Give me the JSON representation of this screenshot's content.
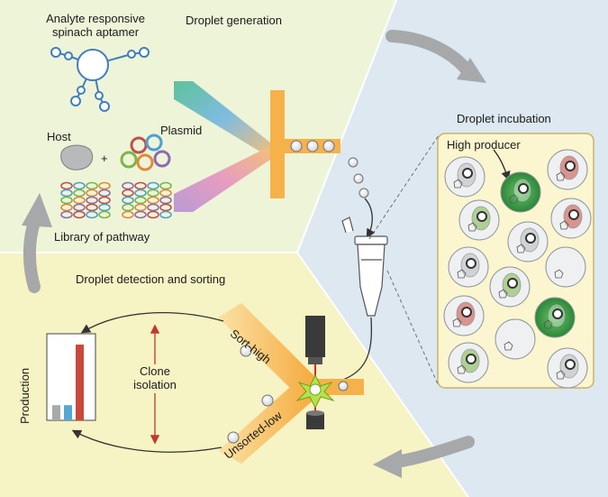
{
  "labels": {
    "aptamer_line1": "Analyte responsive",
    "aptamer_line2": "spinach aptamer",
    "droplet_generation": "Droplet generation",
    "host": "Host",
    "plus": "+",
    "plasmid": "Plasmid",
    "library": "Library of pathway",
    "droplet_incubation": "Droplet incubation",
    "high_producer": "High producer",
    "detection_sorting": "Droplet detection and sorting",
    "clone_line1": "Clone",
    "clone_line2": "isolation",
    "sort_high": "Sort-high",
    "unsorted_low": "Unsorted-low",
    "production": "Production"
  },
  "colors": {
    "generation_bg": "#eef4d8",
    "incubation_bg": "#dde8f1",
    "sorting_bg": "#f6f3c4",
    "chip_orange": "#f6b24a",
    "panel_fill": "#fbf6cf",
    "panel_border": "#c9b26a",
    "green_cell": "#2f8f3a",
    "red_cell": "#c94a3c",
    "blue_bar": "#55a8d6",
    "grey_bar": "#a7a9ac",
    "arrow_grey": "#a6a8aa"
  },
  "icons": [
    "aptamer-icon",
    "host-cell-icon",
    "plasmid-icon",
    "library-tubes-icon",
    "microfluidic-chip-icon",
    "eppendorf-tube-icon",
    "laser-detector-icon"
  ],
  "bar_chart": {
    "type": "bar",
    "bar_colors": [
      "#a7a9ac",
      "#55a8d6",
      "#c94a3c"
    ],
    "values": [
      0.2,
      0.2,
      1.0
    ]
  }
}
